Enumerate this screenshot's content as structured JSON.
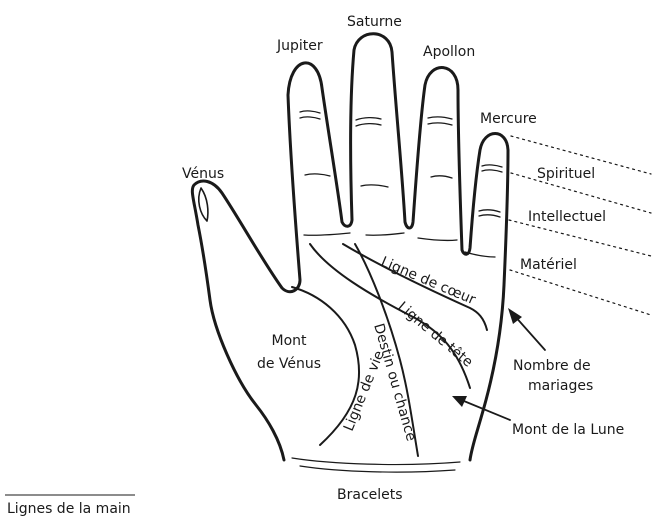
{
  "fingers": {
    "venus": "Vénus",
    "jupiter": "Jupiter",
    "saturne": "Saturne",
    "apollon": "Apollon",
    "mercure": "Mercure"
  },
  "phalanges": {
    "spirituel": "Spirituel",
    "intellectuel": "Intellectuel",
    "materiel": "Matériel"
  },
  "palm": {
    "mont_venus_1": "Mont",
    "mont_venus_2": "de Vénus",
    "ligne_coeur": "Ligne de cœur",
    "ligne_tete": "Ligne de tête",
    "ligne_vie": "Ligne de vie",
    "destin": "Destin ou chance",
    "bracelets": "Bracelets"
  },
  "callouts": {
    "mariages_1": "Nombre de",
    "mariages_2": "mariages",
    "mont_lune": "Mont de la Lune"
  },
  "caption": "Lignes de la main"
}
